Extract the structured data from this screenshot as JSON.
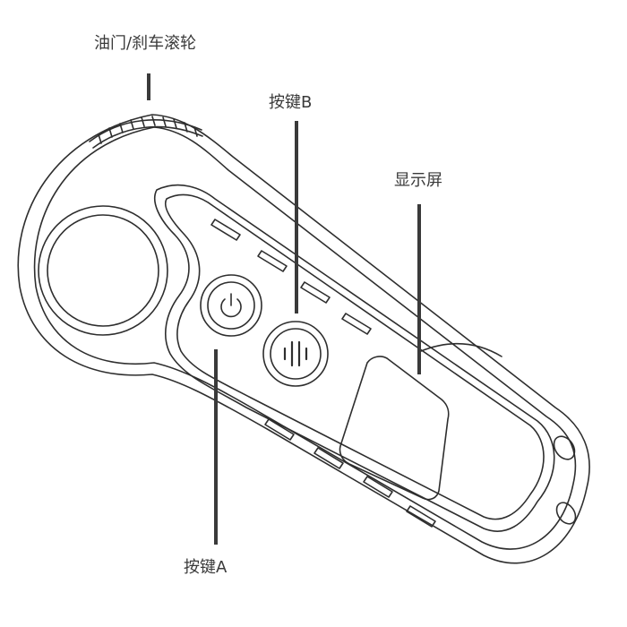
{
  "labels": {
    "throttle_brake_wheel": "油门/刹车滚轮",
    "button_b": "按键B",
    "display": "显示屏",
    "button_a": "按键A"
  },
  "colors": {
    "line": "#2e2e2e",
    "leader": "#3a3a3a",
    "text": "#3a3a3a",
    "background": "#ffffff"
  },
  "icons": {
    "button_a": "power-icon",
    "button_b": "wave-bars-icon"
  }
}
